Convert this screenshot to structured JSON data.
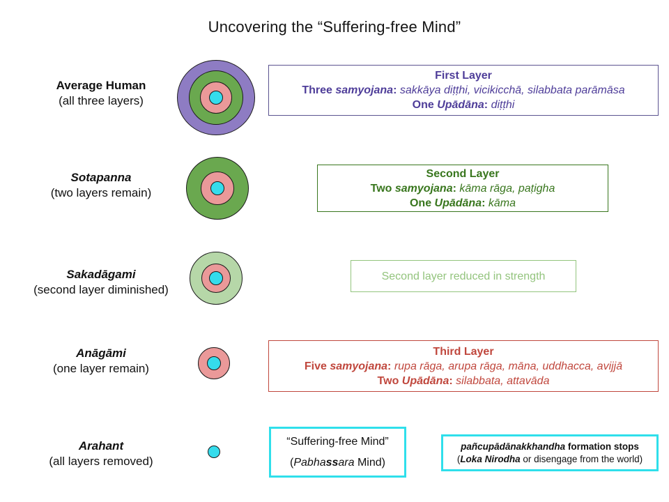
{
  "title": "Uncovering the “Suffering-free Mind”",
  "colors": {
    "purple_circle": "#8e7cc3",
    "green_circle": "#6aa84f",
    "light_green_circle": "#b6d7a8",
    "pink_circle": "#ea9999",
    "cyan_circle": "#35dcec",
    "purple_text": "#4e3d99",
    "green_text": "#38761d",
    "light_green_text": "#93c47d",
    "red_text": "#c0473d",
    "cyan_border": "#2fdfeb"
  },
  "stages": [
    {
      "name": "Average Human",
      "note": "(all three layers)",
      "rings": [
        "purple",
        "green",
        "pink",
        "cyan"
      ]
    },
    {
      "name": "Sotapanna",
      "note": "(two layers remain)",
      "rings": [
        "green",
        "pink",
        "cyan"
      ]
    },
    {
      "name": "Sakadāgami",
      "note": "(second layer diminished)",
      "rings": [
        "light-green",
        "pink",
        "cyan"
      ]
    },
    {
      "name": "Anāgāmi",
      "note": "(one layer remain)",
      "rings": [
        "pink",
        "cyan"
      ]
    },
    {
      "name": "Arahant",
      "note": "(all layers removed)",
      "rings": [
        "cyan"
      ]
    }
  ],
  "boxes": {
    "first_layer": {
      "heading": "First Layer",
      "samyojana": {
        "lead": "Three ",
        "term": "samyojana",
        "sep": ": ",
        "items": "sakkāya diṭṭhi, vicikicchā, silabbata parāmāsa"
      },
      "upadana": {
        "lead": "One ",
        "term": "Upādāna",
        "sep": ": ",
        "items": "diṭṭhi"
      }
    },
    "second_layer": {
      "heading": "Second Layer",
      "samyojana": {
        "lead": "Two ",
        "term": "samyojana",
        "sep": ": ",
        "items": "kāma rāga, paṭigha"
      },
      "upadana": {
        "lead": "One ",
        "term": "Upādāna",
        "sep": ": ",
        "items": "kāma"
      }
    },
    "reduced": {
      "text": "Second layer reduced in strength"
    },
    "third_layer": {
      "heading": "Third Layer",
      "samyojana": {
        "lead": "Five ",
        "term": "samyojana",
        "sep": ": ",
        "items": "rupa rāga, arupa rāga, māna, uddhacca, avijjā"
      },
      "upadana": {
        "lead": "Two ",
        "term": "Upādāna",
        "sep": ": ",
        "items": "silabbata, attavāda"
      }
    },
    "suffering_free": {
      "line1": "“Suffering-free Mind”",
      "line2": {
        "open": "(",
        "pre": "Pabha",
        "bold": "ss",
        "post": "ara",
        "close": " Mind)"
      }
    },
    "formation_stops": {
      "line1": {
        "term": "pañcupādānakkhandha",
        "rest": " formation stops"
      },
      "line2": {
        "open": "(",
        "term": "Loka Nirodha",
        "close": " or disengage from the world)"
      }
    }
  }
}
